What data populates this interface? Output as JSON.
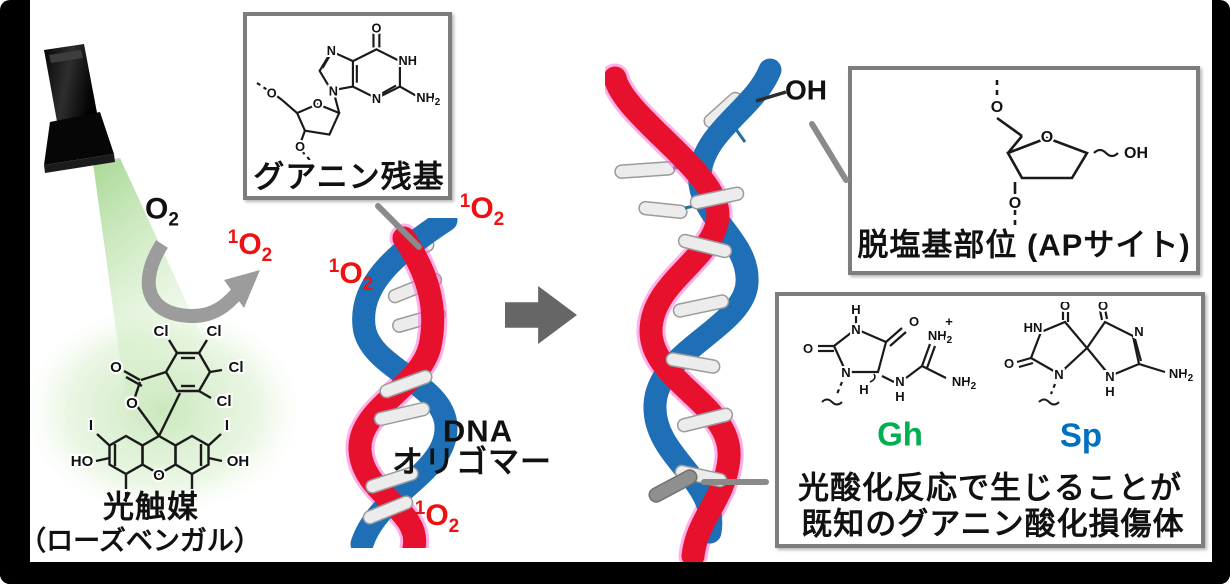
{
  "colors": {
    "strand_red": "#e8112d",
    "strand_pink_glow": "#ff6ed8",
    "strand_blue": "#1e6fb5",
    "singlet_o2_red": "#ee1111",
    "gh_green": "#00b050",
    "sp_blue": "#0070c0",
    "arrow_gray": "#666666",
    "box_border_gray": "#7d7d7d",
    "beam_green": "#a8d99a"
  },
  "oxygen": {
    "o2_base": "O",
    "o2_sub": "2",
    "singlet_sup": "1",
    "singlet_base": "O",
    "singlet_sub": "2"
  },
  "photocatalyst": {
    "label": "光触媒",
    "label_paren": "（ローズベンガル）",
    "atoms": {
      "cl": "Cl",
      "i": "I",
      "ho": "HO",
      "oh": "OH",
      "o_carbonyl": "O",
      "o_lactone": "O",
      "o_xanthene": "O"
    }
  },
  "guanine_box": {
    "label": "グアニン残基",
    "atoms": {
      "o": "O",
      "nh": "NH",
      "nh2": "NH",
      "nh2_sub": "2",
      "n7": "N",
      "n9": "N",
      "n3": "N",
      "o_ring": "O",
      "o5": "O",
      "o3": "O"
    }
  },
  "dna_label": {
    "line1": "DNA",
    "line2": "オリゴマー"
  },
  "helix_oh": "OH",
  "ap_box": {
    "label": "脱塩基部位 (APサイト)",
    "atoms": {
      "o_top": "O",
      "o_ring": "O",
      "oh": "OH",
      "o_bottom": "O"
    }
  },
  "lesion_box": {
    "gh_label": "Gh",
    "sp_label": "Sp",
    "caption_line1": "光酸化反応で生じることが",
    "caption_line2": "既知のグアニン酸化損傷体",
    "gh_atoms": {
      "h_top": "H",
      "n_top": "N",
      "o_right": "O",
      "o_left": "O",
      "n_ring": "N",
      "h_stereo": "H",
      "n_side": "N",
      "h_side": "H",
      "plus": "+",
      "nh2": "NH",
      "nh2_sub": "2"
    },
    "sp_atoms": {
      "hn": "HN",
      "o_top_left": "O",
      "o_top_right": "O",
      "o_left": "O",
      "n_bottom": "N",
      "n_right": "N",
      "n_h": "N",
      "h": "H",
      "nh2": "NH",
      "nh2_sub": "2"
    }
  }
}
